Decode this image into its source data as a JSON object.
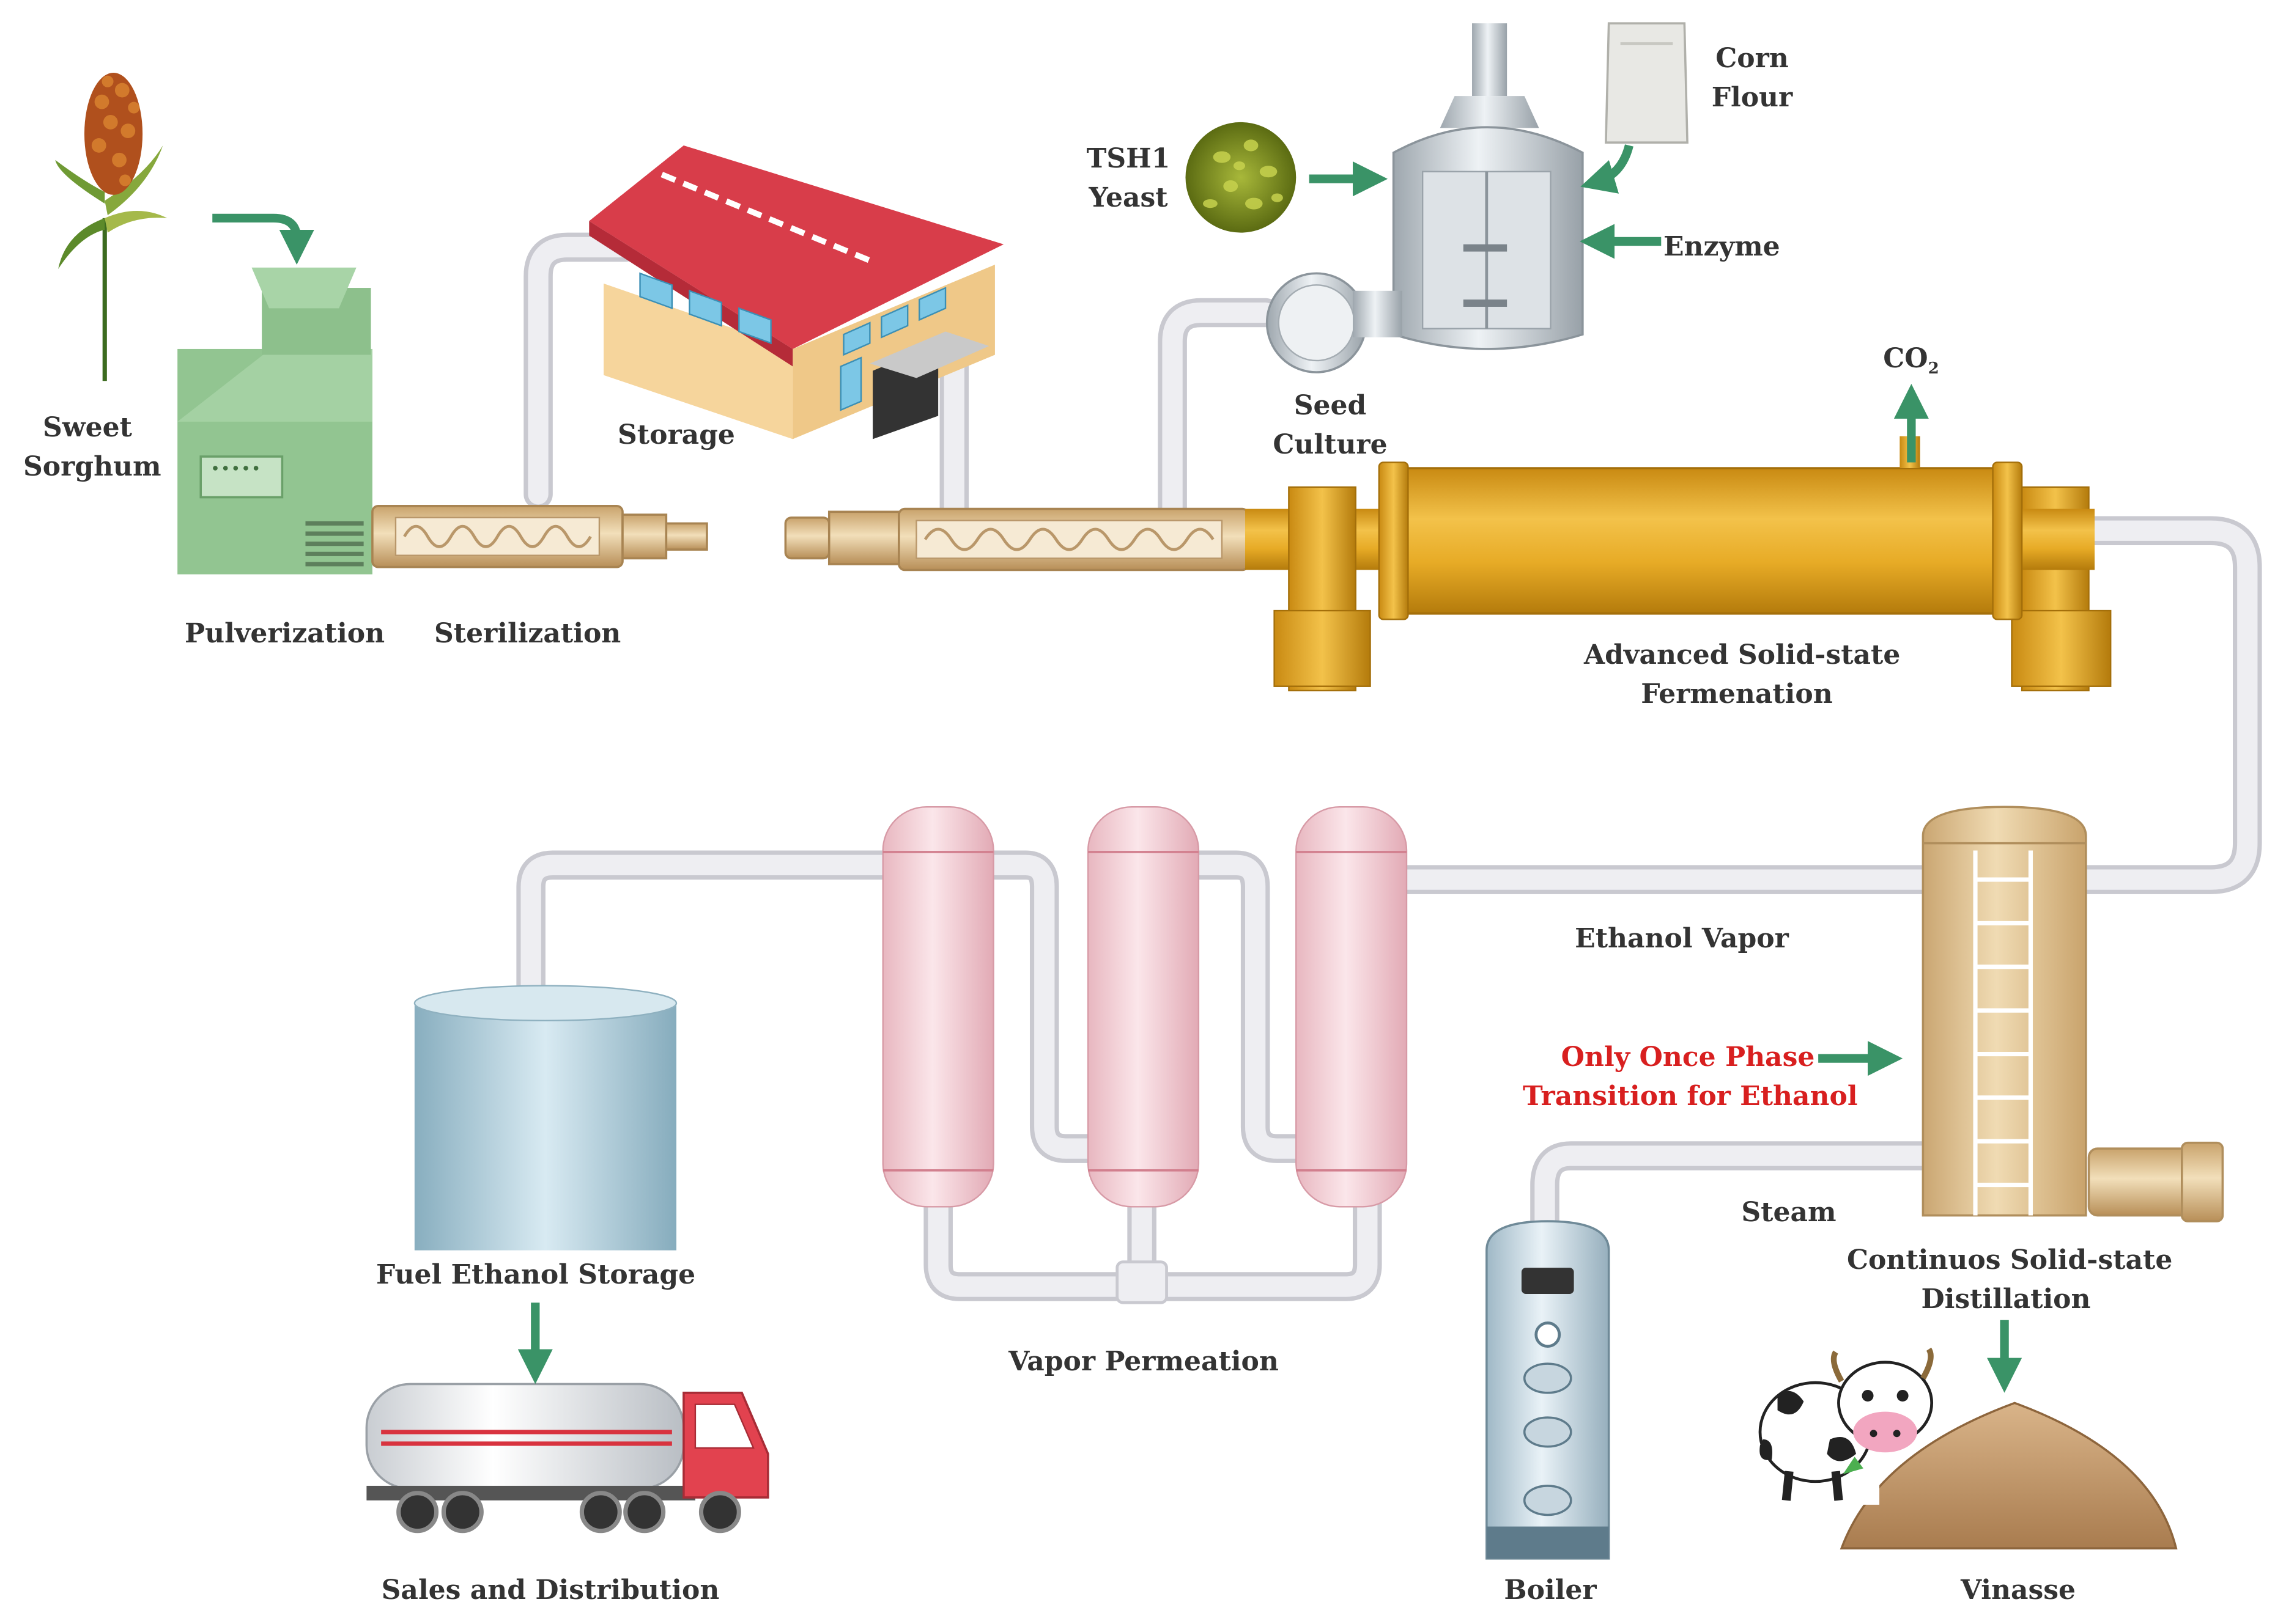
{
  "colors": {
    "pipe": "#e9e9ee",
    "pipe_edge": "#c9c9d0",
    "arrow": "#3a9367",
    "highlight_text": "#d81f1f",
    "fermenter": "#e2a622",
    "column": "#e6c99b",
    "permeation_vessel": "#f4cdd4",
    "storage_tank": "#a9c8d6",
    "warehouse_roof": "#d83d4a",
    "pulverizer": "#92c591"
  },
  "labels": {
    "sweet_sorghum": [
      "Sweet",
      "Sorghum"
    ],
    "pulverization": "Pulverization",
    "sterilization": "Sterilization",
    "storage": "Storage",
    "tsh1_yeast": [
      "TSH1",
      "Yeast"
    ],
    "corn_flour": [
      "Corn",
      "Flour"
    ],
    "enzyme": "Enzyme",
    "seed_culture": [
      "Seed",
      "Culture"
    ],
    "co2_main": "CO",
    "co2_sub": "2",
    "fermentation": [
      "Advanced Solid-state",
      "Fermenation"
    ],
    "ethanol_vapor": "Ethanol Vapor",
    "phase_transition": [
      "Only Once  Phase",
      "Transition for Ethanol"
    ],
    "steam": "Steam",
    "distillation": [
      "Continuos Solid-state",
      "Distillation"
    ],
    "fuel_storage": "Fuel Ethanol Storage",
    "vapor_permeation": "Vapor Permeation",
    "sales": "Sales and Distribution",
    "boiler": "Boiler",
    "vinasse": "Vinasse"
  },
  "icons": [
    "sorghum-plant-icon",
    "pulverizer-machine-icon",
    "screw-conveyor-icon",
    "warehouse-icon",
    "yeast-cells-icon",
    "flour-sack-icon",
    "seed-culture-tank-icon",
    "fermenter-drum-icon",
    "distillation-column-icon",
    "permeation-vessel-icon",
    "fuel-storage-tank-icon",
    "tanker-truck-icon",
    "boiler-icon",
    "cow-icon",
    "vinasse-pile-icon",
    "flow-arrow-icon"
  ]
}
